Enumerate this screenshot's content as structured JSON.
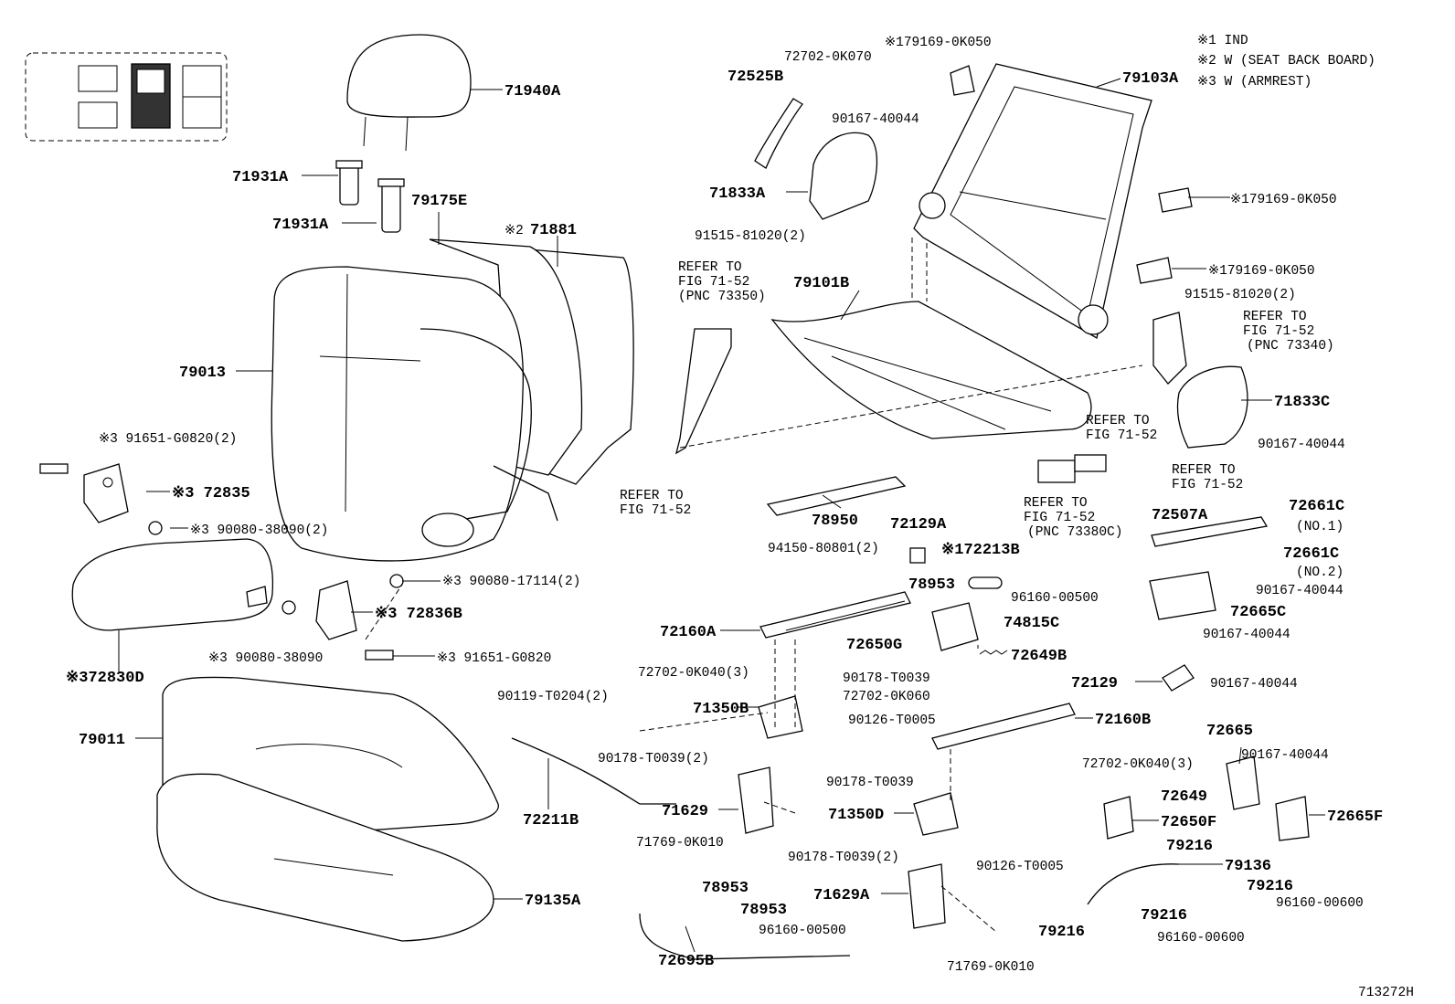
{
  "legend": {
    "items": [
      "※1 IND",
      "※2 W (SEAT BACK BOARD)",
      "※3 W (ARMREST)"
    ]
  },
  "diagram_code": "713272H",
  "labels": {
    "p71940A": "71940A",
    "p71931A_1": "71931A",
    "p71931A_2": "71931A",
    "p79175E": "79175E",
    "p71881_mark": "※2",
    "p71881": "71881",
    "p79013": "79013",
    "p91651_G0820_2": "※3 91651-G0820(2)",
    "p72835": "※3 72835",
    "p90080_38090_2": "※3 90080-38090(2)",
    "p90080_17114_2": "※3 90080-17114(2)",
    "p72836B": "※3 72836B",
    "p90080_38090": "※3 90080-38090",
    "p91651_G0820": "※3 91651-G0820",
    "p72830D": "※372830D",
    "p79011": "79011",
    "p79135A": "79135A",
    "p72702_0K070": "72702-0K070",
    "p179169_0K050_top": "※179169-0K050",
    "p72525B": "72525B",
    "p90167_40044_top": "90167-40044",
    "p71833A": "71833A",
    "p91515_81020_left": "91515-81020(2)",
    "p79103A": "79103A",
    "p179169_0K050_r1": "※179169-0K050",
    "p179169_0K050_r2": "※179169-0K050",
    "p91515_81020_right": "91515-81020(2)",
    "ref_73340_1": "REFER TO",
    "ref_73340_2": "FIG 71-52",
    "ref_73340_3": "(PNC 73340)",
    "ref_73350_1": "REFER TO",
    "ref_73350_2": "FIG 71-52",
    "ref_73350_3": "(PNC 73350)",
    "p79101B": "79101B",
    "p71833C": "71833C",
    "ref_mid_1": "REFER TO",
    "ref_mid_2": "FIG 71-52",
    "p90167_40044_c": "90167-40044",
    "ref_left_1": "REFER TO",
    "ref_left_2": "FIG 71-52",
    "ref_r2_1": "REFER TO",
    "ref_r2_2": "FIG 71-52",
    "ref_73380_1": "REFER TO",
    "ref_73380_2": "FIG 71-52",
    "ref_73380_3": "(PNC 73380C)",
    "p78950": "78950",
    "p72129A": "72129A",
    "p172213B": "※172213B",
    "p94150_80801": "94150-80801(2)",
    "p78953_mid": "78953",
    "p96160_00500_mid": "96160-00500",
    "p72507A": "72507A",
    "p72661C_1": "72661C",
    "p72661C_1_no": "(NO.1)",
    "p72661C_2": "72661C",
    "p72661C_2_no": "(NO.2)",
    "p90167_40044_d": "90167-40044",
    "p72665C": "72665C",
    "p90167_40044_e": "90167-40044",
    "p72160A": "72160A",
    "p74815C": "74815C",
    "p72650G": "72650G",
    "p72649B": "72649B",
    "p72702_0K040_3a": "72702-0K040(3)",
    "p90178_T0039_a": "90178-T0039",
    "p72702_0K060": "72702-0K060",
    "p72129": "72129",
    "p90167_40044_f": "90167-40044",
    "p90119_T0204": "90119-T0204(2)",
    "p71350B": "71350B",
    "p90126_T0005_a": "90126-T0005",
    "p72160B": "72160B",
    "p90178_T0039_2a": "90178-T0039(2)",
    "p72702_0K040_3b": "72702-0K040(3)",
    "p72665": "72665",
    "p90167_40044_g": "90167-40044",
    "p72211B": "72211B",
    "p71629": "71629",
    "p71769_0K010_a": "71769-0K010",
    "p90178_T0039_b": "90178-T0039",
    "p71350D": "71350D",
    "p72649": "72649",
    "p72650F": "72650F",
    "p72665F": "72665F",
    "p79216_a": "79216",
    "p79136": "79136",
    "p90178_T0039_2b": "90178-T0039(2)",
    "p90126_T0005_b": "90126-T0005",
    "p79216_b": "79216",
    "p96160_00600_a": "96160-00600",
    "p78953_b1": "78953",
    "p78953_b2": "78953",
    "p96160_00500_b": "96160-00500",
    "p71629A": "71629A",
    "p79216_c": "79216",
    "p79216_d": "79216",
    "p96160_00600_b": "96160-00600",
    "p72695B": "72695B",
    "p71769_0K010_b": "71769-0K010"
  }
}
